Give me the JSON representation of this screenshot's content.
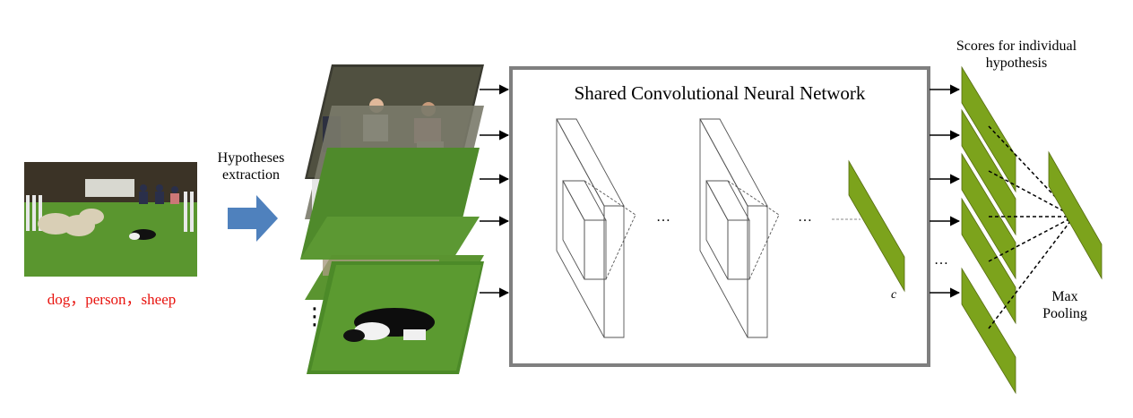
{
  "input_labels": "dog，person，sheep",
  "hypotheses_label": "Hypotheses\nextraction",
  "hypotheses_line1": "Hypotheses",
  "hypotheses_line2": "extraction",
  "cnn_title": "Shared Convolutional Neural Network",
  "ellipsis_1": "…",
  "ellipsis_2": "…",
  "ellipsis_scores": "…",
  "vertical_ellipsis": "⋮",
  "class_label": "c",
  "scores_line1": "Scores for individual",
  "scores_line2": "hypothesis",
  "pool_line1": "Max",
  "pool_line2": "Pooling",
  "colors": {
    "score_green": "#7ca31c",
    "arrow_blue": "#4f81bd",
    "grass_green": "#4e8a2a",
    "label_red": "#e8130e",
    "frame_gray": "#7f7f7f"
  }
}
